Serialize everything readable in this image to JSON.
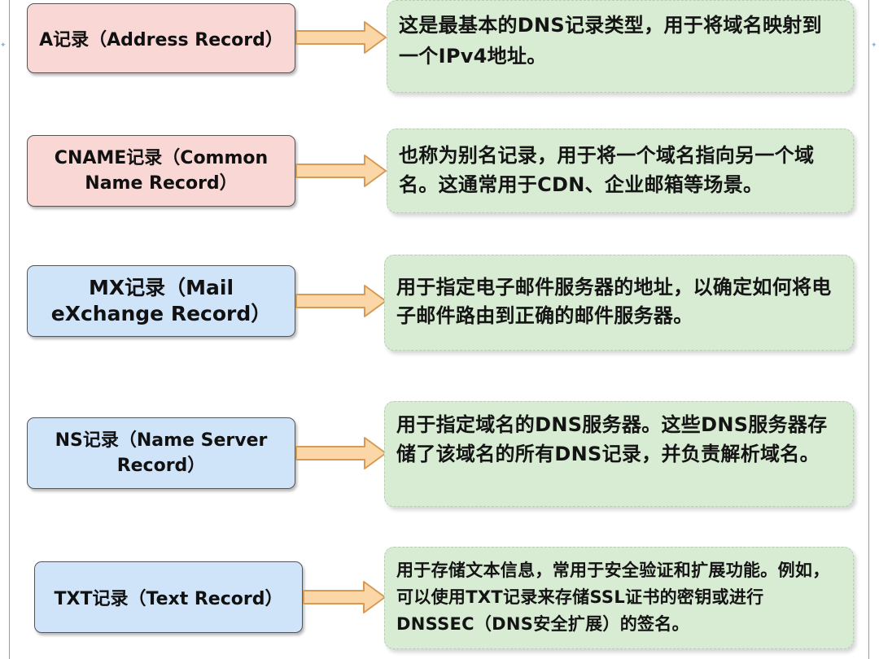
{
  "records": [
    {
      "term": "A记录（Address Record）",
      "description": "这是最基本的DNS记录类型，用于将域名映射到一个IPv4地址。"
    },
    {
      "term": "CNAME记录（Common Name Record）",
      "description": "也称为别名记录，用于将一个域名指向另一个域名。这通常用于CDN、企业邮箱等场景。"
    },
    {
      "term": "MX记录（Mail eXchange Record）",
      "description": "用于指定电子邮件服务器的地址，以确定如何将电子邮件路由到正确的邮件服务器。"
    },
    {
      "term": "NS记录（Name Server Record）",
      "description": "用于指定域名的DNS服务器。这些DNS服务器存储了该域名的所有DNS记录，并负责解析域名。"
    },
    {
      "term": "TXT记录（Text Record）",
      "description": "用于存储文本信息，常用于安全验证和扩展功能。例如，可以使用TXT记录来存储SSL证书的密钥或进行DNSSEC（DNS安全扩展）的签名。"
    }
  ],
  "colors": {
    "term_pink": "#f8d7d4",
    "term_blue": "#d0e4f9",
    "description_green": "#d8ebd3",
    "arrow_fill": "#fbd7a8",
    "arrow_stroke": "#d79a55"
  },
  "icons": {
    "connector": "right-arrow-icon"
  }
}
